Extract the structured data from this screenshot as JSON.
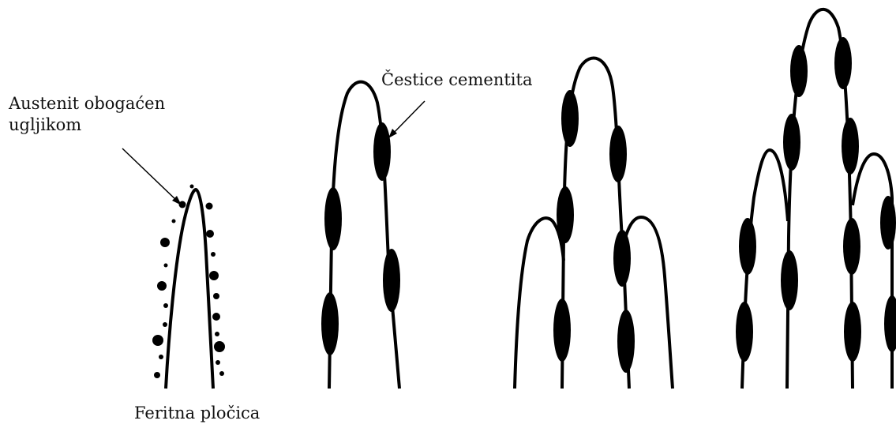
{
  "colors": {
    "ink": "#000000",
    "background": "#ffffff"
  },
  "labels": {
    "austenite_line1": "Austenit obogaćen",
    "austenite_line2": "ugljikom",
    "cementite": "Čestice cementita",
    "ferrite": "Feritna pločica"
  }
}
